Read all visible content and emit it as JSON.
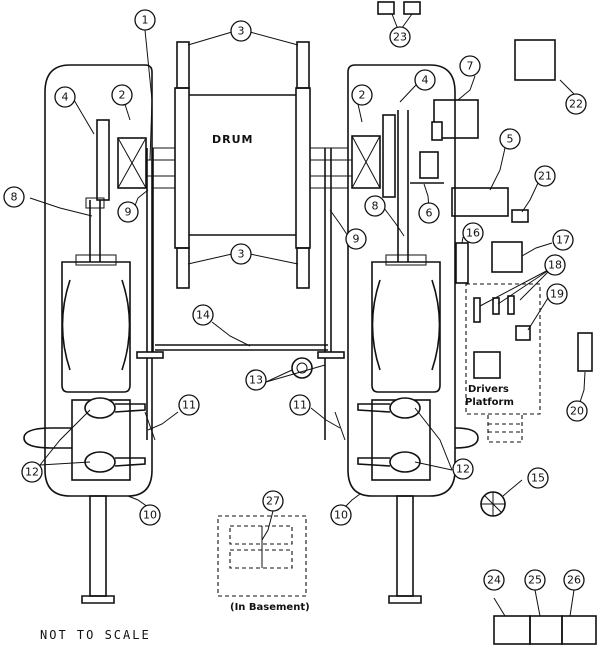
{
  "drawing": {
    "drum_label": "DRUM",
    "drivers_platform_line1": "Drivers",
    "drivers_platform_line2": "Platform",
    "basement_label": "(In Basement)",
    "scale_note": "NOT TO SCALE"
  },
  "callouts": [
    "1",
    "2",
    "3",
    "4",
    "5",
    "6",
    "7",
    "8",
    "9",
    "10",
    "11",
    "12",
    "13",
    "14",
    "15",
    "16",
    "17",
    "18",
    "19",
    "20",
    "21",
    "22",
    "23",
    "24",
    "25",
    "26",
    "27"
  ]
}
